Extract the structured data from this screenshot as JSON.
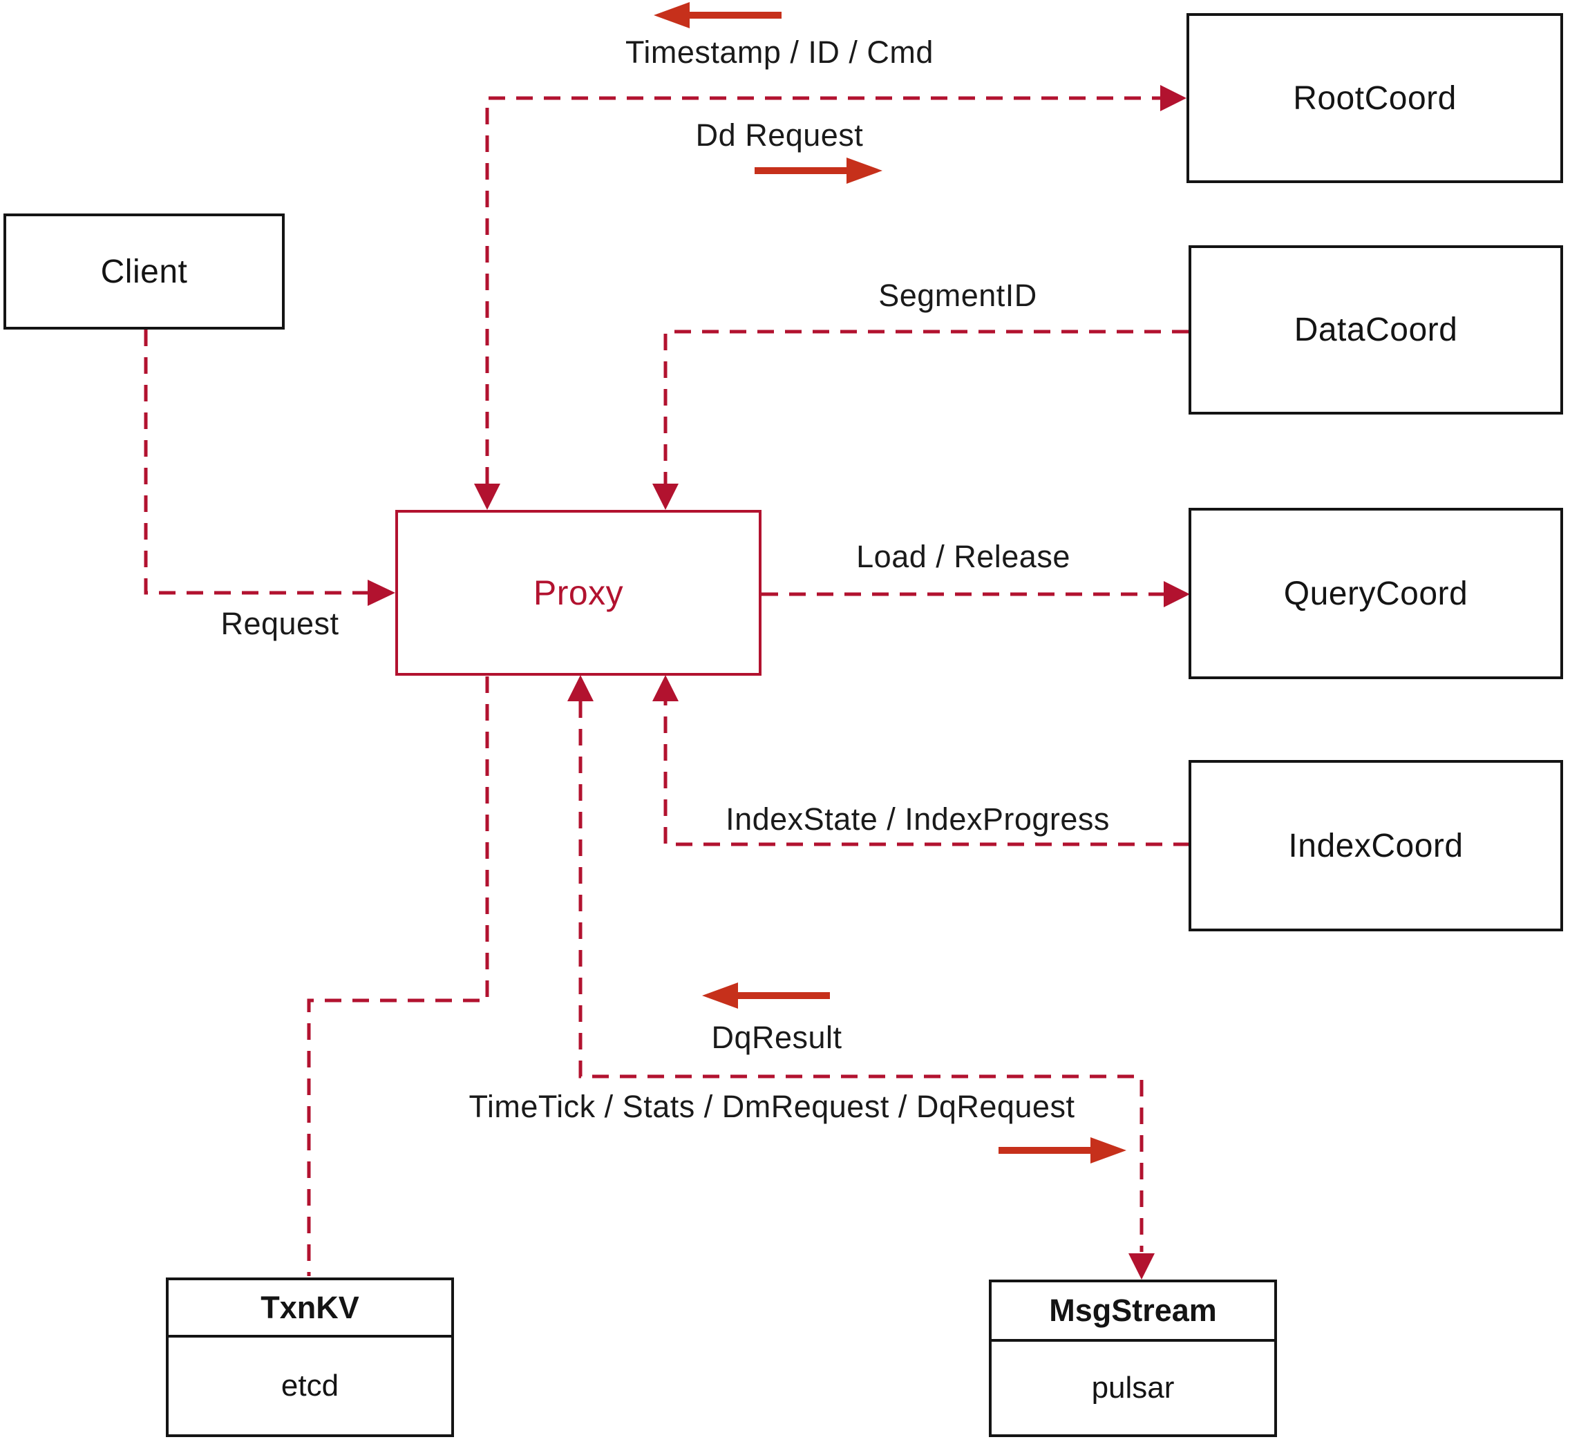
{
  "colors": {
    "crimson": "#b2122f",
    "arrow_red": "#c6301b",
    "ink": "#141414",
    "background": "#ffffff"
  },
  "diagram": {
    "nodes": {
      "client": {
        "label": "Client"
      },
      "proxy": {
        "label": "Proxy"
      },
      "rootcoord": {
        "label": "RootCoord"
      },
      "datacoord": {
        "label": "DataCoord"
      },
      "querycoord": {
        "label": "QueryCoord"
      },
      "indexcoord": {
        "label": "IndexCoord"
      },
      "txnkv": {
        "header": "TxnKV",
        "body": "etcd"
      },
      "msgstream": {
        "header": "MsgStream",
        "body": "pulsar"
      }
    },
    "edge_labels": {
      "timestamp_id_cmd": "Timestamp / ID / Cmd",
      "dd_request": "Dd Request",
      "segment_id": "SegmentID",
      "load_release": "Load / Release",
      "request": "Request",
      "index_state": "IndexState / IndexProgress",
      "dq_result": "DqResult",
      "timetick": "TimeTick / Stats / DmRequest / DqRequest"
    }
  }
}
